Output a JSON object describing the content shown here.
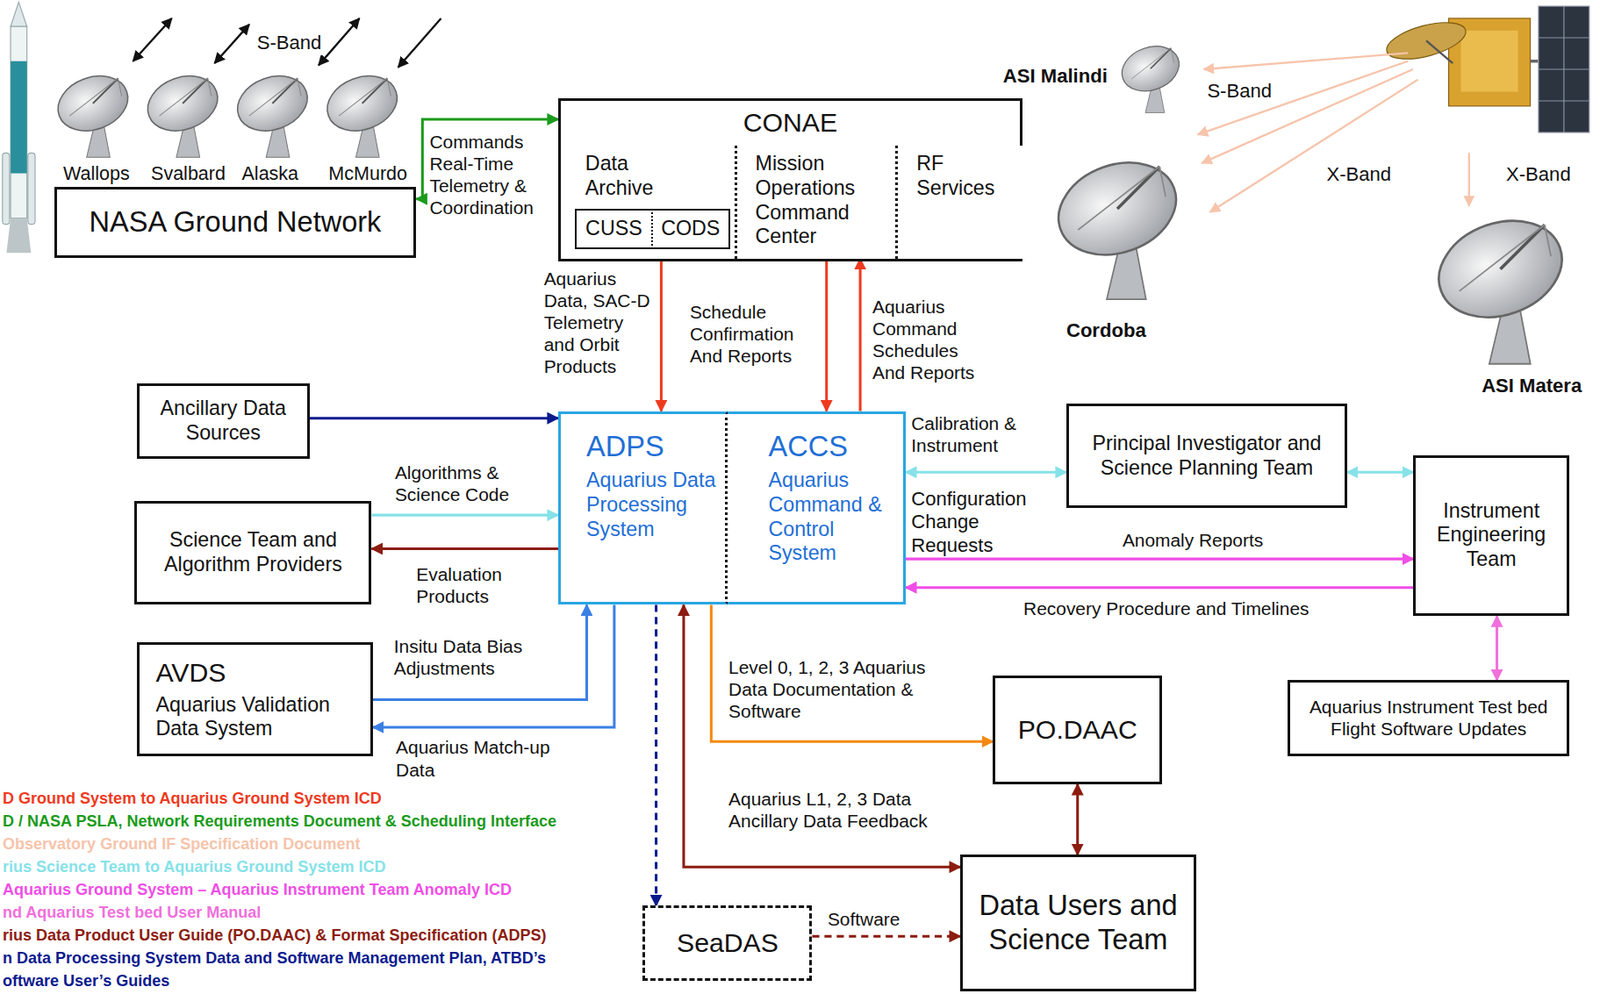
{
  "diagram": {
    "nodes": [
      {
        "text": [
          "NASA Ground Network"
        ]
      },
      {
        "text": [
          "CONAE"
        ]
      },
      {
        "text": [
          "Data Archive"
        ],
        "in": 1
      },
      {
        "text": [
          "CUSS"
        ],
        "in": 2
      },
      {
        "text": [
          "CODS"
        ],
        "in": 2
      },
      {
        "text": [
          "Mission Operations Command Center"
        ],
        "in": 1
      },
      {
        "text": [
          "RF Services"
        ],
        "in": 1
      },
      {
        "text": [
          "Ancillary Data Sources"
        ]
      },
      {
        "text": [
          "Science Team and Algorithm Providers"
        ]
      },
      {
        "text": [
          "AVDS",
          "Aquarius Validation Data System"
        ]
      },
      {
        "text": [
          "ADPS",
          "Aquarius Data Processing System"
        ]
      },
      {
        "text": [
          "ACCS",
          "Aquarius Command & Control System"
        ]
      },
      {
        "text": [
          "Principal Investigator and Science Planning Team"
        ]
      },
      {
        "text": [
          "Instrument Engineering Team"
        ]
      },
      {
        "text": [
          "PO.DAAC"
        ]
      },
      {
        "text": [
          "Aquarius Instrument Test bed Flight Software Updates"
        ]
      },
      {
        "text": [
          "SeaDAS"
        ]
      },
      {
        "text": [
          "Data Users and Science Team"
        ]
      }
    ],
    "edges": [
      {
        "from": 0,
        "to": 1,
        "arrow": "both",
        "label": "Commands Real-Time Telemetry & Coordination"
      },
      {
        "from": 2,
        "to": 10,
        "arrow": "to",
        "label": "Aquarius Data, SAC-D Telemetry and Orbit Products"
      },
      {
        "from": 5,
        "to": 11,
        "arrow": "to",
        "label": "Schedule Confirmation And Reports"
      },
      {
        "from": 11,
        "to": 5,
        "arrow": "to",
        "label": "Aquarius Command Schedules And Reports"
      },
      {
        "from": 7,
        "to": 10,
        "arrow": "to"
      },
      {
        "from": 8,
        "to": 10,
        "arrow": "to",
        "label": "Algorithms & Science Code"
      },
      {
        "from": 10,
        "to": 8,
        "arrow": "to",
        "label": "Evaluation Products"
      },
      {
        "from": 9,
        "to": 10,
        "arrow": "to",
        "label": "Insitu Data Bias Adjustments"
      },
      {
        "from": 10,
        "to": 9,
        "arrow": "to",
        "label": "Aquarius Match-up Data"
      },
      {
        "from": 11,
        "to": 12,
        "arrow": "both",
        "label": "Calibration & Instrument"
      },
      {
        "from": 12,
        "to": 13,
        "arrow": "both"
      },
      {
        "from": 11,
        "to": 13,
        "arrow": "to",
        "label": "Anomaly Reports"
      },
      {
        "from": 13,
        "to": 11,
        "arrow": "to",
        "label": "Recovery Procedure and Timelines"
      },
      {
        "from": 13,
        "to": 15,
        "arrow": "both"
      },
      {
        "from": 10,
        "to": 14,
        "arrow": "to",
        "label": "Level 0, 1, 2, 3 Aquarius Data Documentation & Software"
      },
      {
        "from": 14,
        "to": 17,
        "arrow": "both"
      },
      {
        "from": 10,
        "to": 17,
        "arrow": "both",
        "label": "Aquarius L1, 2, 3 Data Ancillary Data Feedback"
      },
      {
        "from": 10,
        "to": 16,
        "arrow": "to"
      },
      {
        "from": 16,
        "to": 17,
        "arrow": "to",
        "label": "Software"
      }
    ],
    "labels": [
      "S-Band",
      "Wallops",
      "Svalbard",
      "Alaska",
      "McMurdo",
      "ASI Malindi",
      "S-Band",
      "X-Band",
      "X-Band",
      "Cordoba",
      "ASI Matera",
      "Configuration Change Requests"
    ],
    "legend": [
      {
        "text": "D Ground System to Aquarius Ground System ICD",
        "color": "#ee3a1f"
      },
      {
        "text": "D / NASA PSLA, Network Requirements Document & Scheduling Interface",
        "color": "#1b9b1b"
      },
      {
        "text": "Observatory Ground IF Specification Document",
        "color": "#f6c4ab"
      },
      {
        "text": "rius Science Team to Aquarius Ground System ICD",
        "color": "#86e2e8"
      },
      {
        "text": "Aquarius Ground System – Aquarius Instrument Team Anomaly ICD",
        "color": "#f04ee6"
      },
      {
        "text": "nd Aquarius Test bed User Manual",
        "color": "#f070dc"
      },
      {
        "text": "rius Data Product User Guide (PO.DAAC) & Format Specification (ADPS)",
        "color": "#8c1c10"
      },
      {
        "text": "n Data Processing System Data and Software Management Plan, ATBD’s",
        "color": "#0b1b8e"
      },
      {
        "text": "oftware User’s Guides",
        "color": "#0b1b8e"
      }
    ]
  }
}
